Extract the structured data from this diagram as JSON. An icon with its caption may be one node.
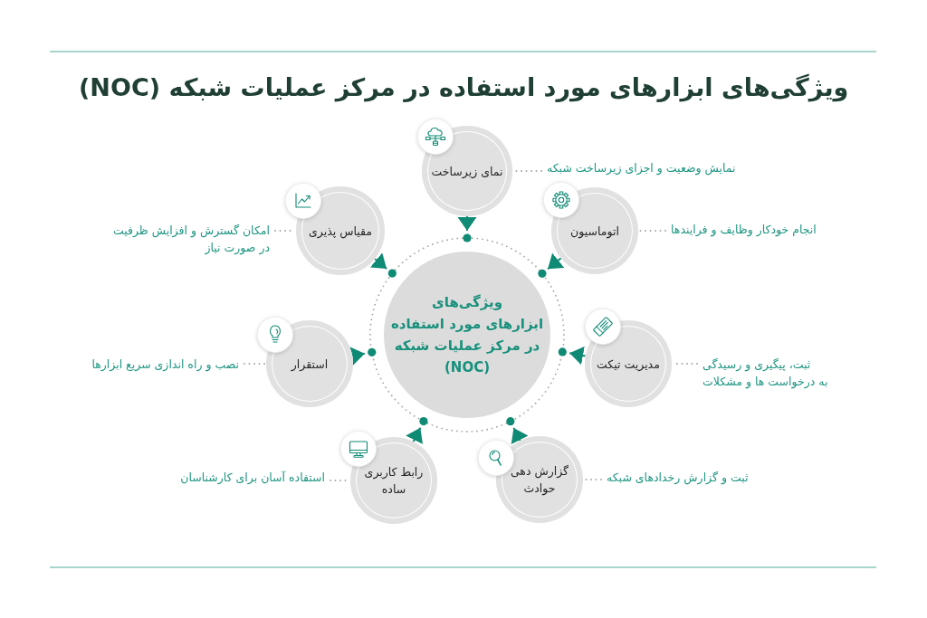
{
  "diagram": {
    "title": "ویژگی‌های ابزارهای مورد استفاده در مرکز عملیات شبکه (NOC)",
    "nodes": [
      {
        "text": [
          "ویژگی‌های ابزارهای مورد استفاده در مرکز عملیات شبکه (NOC)"
        ]
      },
      {
        "text": [
          "نمای زیرساخت"
        ]
      },
      {
        "text": [
          "نمایش وضعیت و اجزای زیرساخت شبکه"
        ]
      },
      {
        "text": [
          "اتوماسیون"
        ]
      },
      {
        "text": [
          "انجام خودکار وظایف و فرایندها"
        ]
      },
      {
        "text": [
          "مدیریت تیکت"
        ]
      },
      {
        "text": [
          "ثبت، پیگیری و رسیدگی به درخواست ها و مشکلات"
        ]
      },
      {
        "text": [
          "گزارش دهی حوادث"
        ]
      },
      {
        "text": [
          "ثبت و گزارش رخدادهای شبکه"
        ]
      },
      {
        "text": [
          "رابط کاربری ساده"
        ]
      },
      {
        "text": [
          "استفاده آسان برای کارشناسان"
        ]
      },
      {
        "text": [
          "استقرار"
        ]
      },
      {
        "text": [
          "نصب و راه اندازی سریع ابزارها"
        ]
      },
      {
        "text": [
          "مقیاس پذیری"
        ]
      },
      {
        "text": [
          "امکان گسترش و افزایش ظرفیت در صورت نیاز"
        ]
      }
    ],
    "edges": [
      {
        "from": 1,
        "to": 0,
        "arrow": "to",
        "color": "#0f8a74"
      },
      {
        "from": 2,
        "to": 1,
        "arrow": "none",
        "style": "dashed",
        "color": "#a3a3a3"
      },
      {
        "from": 3,
        "to": 0,
        "arrow": "to",
        "color": "#0f8a74"
      },
      {
        "from": 4,
        "to": 3,
        "arrow": "none",
        "style": "dashed",
        "color": "#a3a3a3"
      },
      {
        "from": 5,
        "to": 0,
        "arrow": "to",
        "color": "#0f8a74"
      },
      {
        "from": 6,
        "to": 5,
        "arrow": "none",
        "style": "dashed",
        "color": "#a3a3a3"
      },
      {
        "from": 7,
        "to": 0,
        "arrow": "to",
        "color": "#0f8a74"
      },
      {
        "from": 8,
        "to": 7,
        "arrow": "none",
        "style": "dashed",
        "color": "#a3a3a3"
      },
      {
        "from": 9,
        "to": 0,
        "arrow": "to",
        "color": "#0f8a74"
      },
      {
        "from": 10,
        "to": 9,
        "arrow": "none",
        "style": "dashed",
        "color": "#a3a3a3"
      },
      {
        "from": 11,
        "to": 0,
        "arrow": "to",
        "color": "#0f8a74"
      },
      {
        "from": 12,
        "to": 11,
        "arrow": "none",
        "style": "dashed",
        "color": "#a3a3a3"
      },
      {
        "from": 13,
        "to": 0,
        "arrow": "to",
        "color": "#0f8a74"
      },
      {
        "from": 14,
        "to": 13,
        "arrow": "none",
        "style": "dashed",
        "color": "#a3a3a3"
      }
    ]
  }
}
